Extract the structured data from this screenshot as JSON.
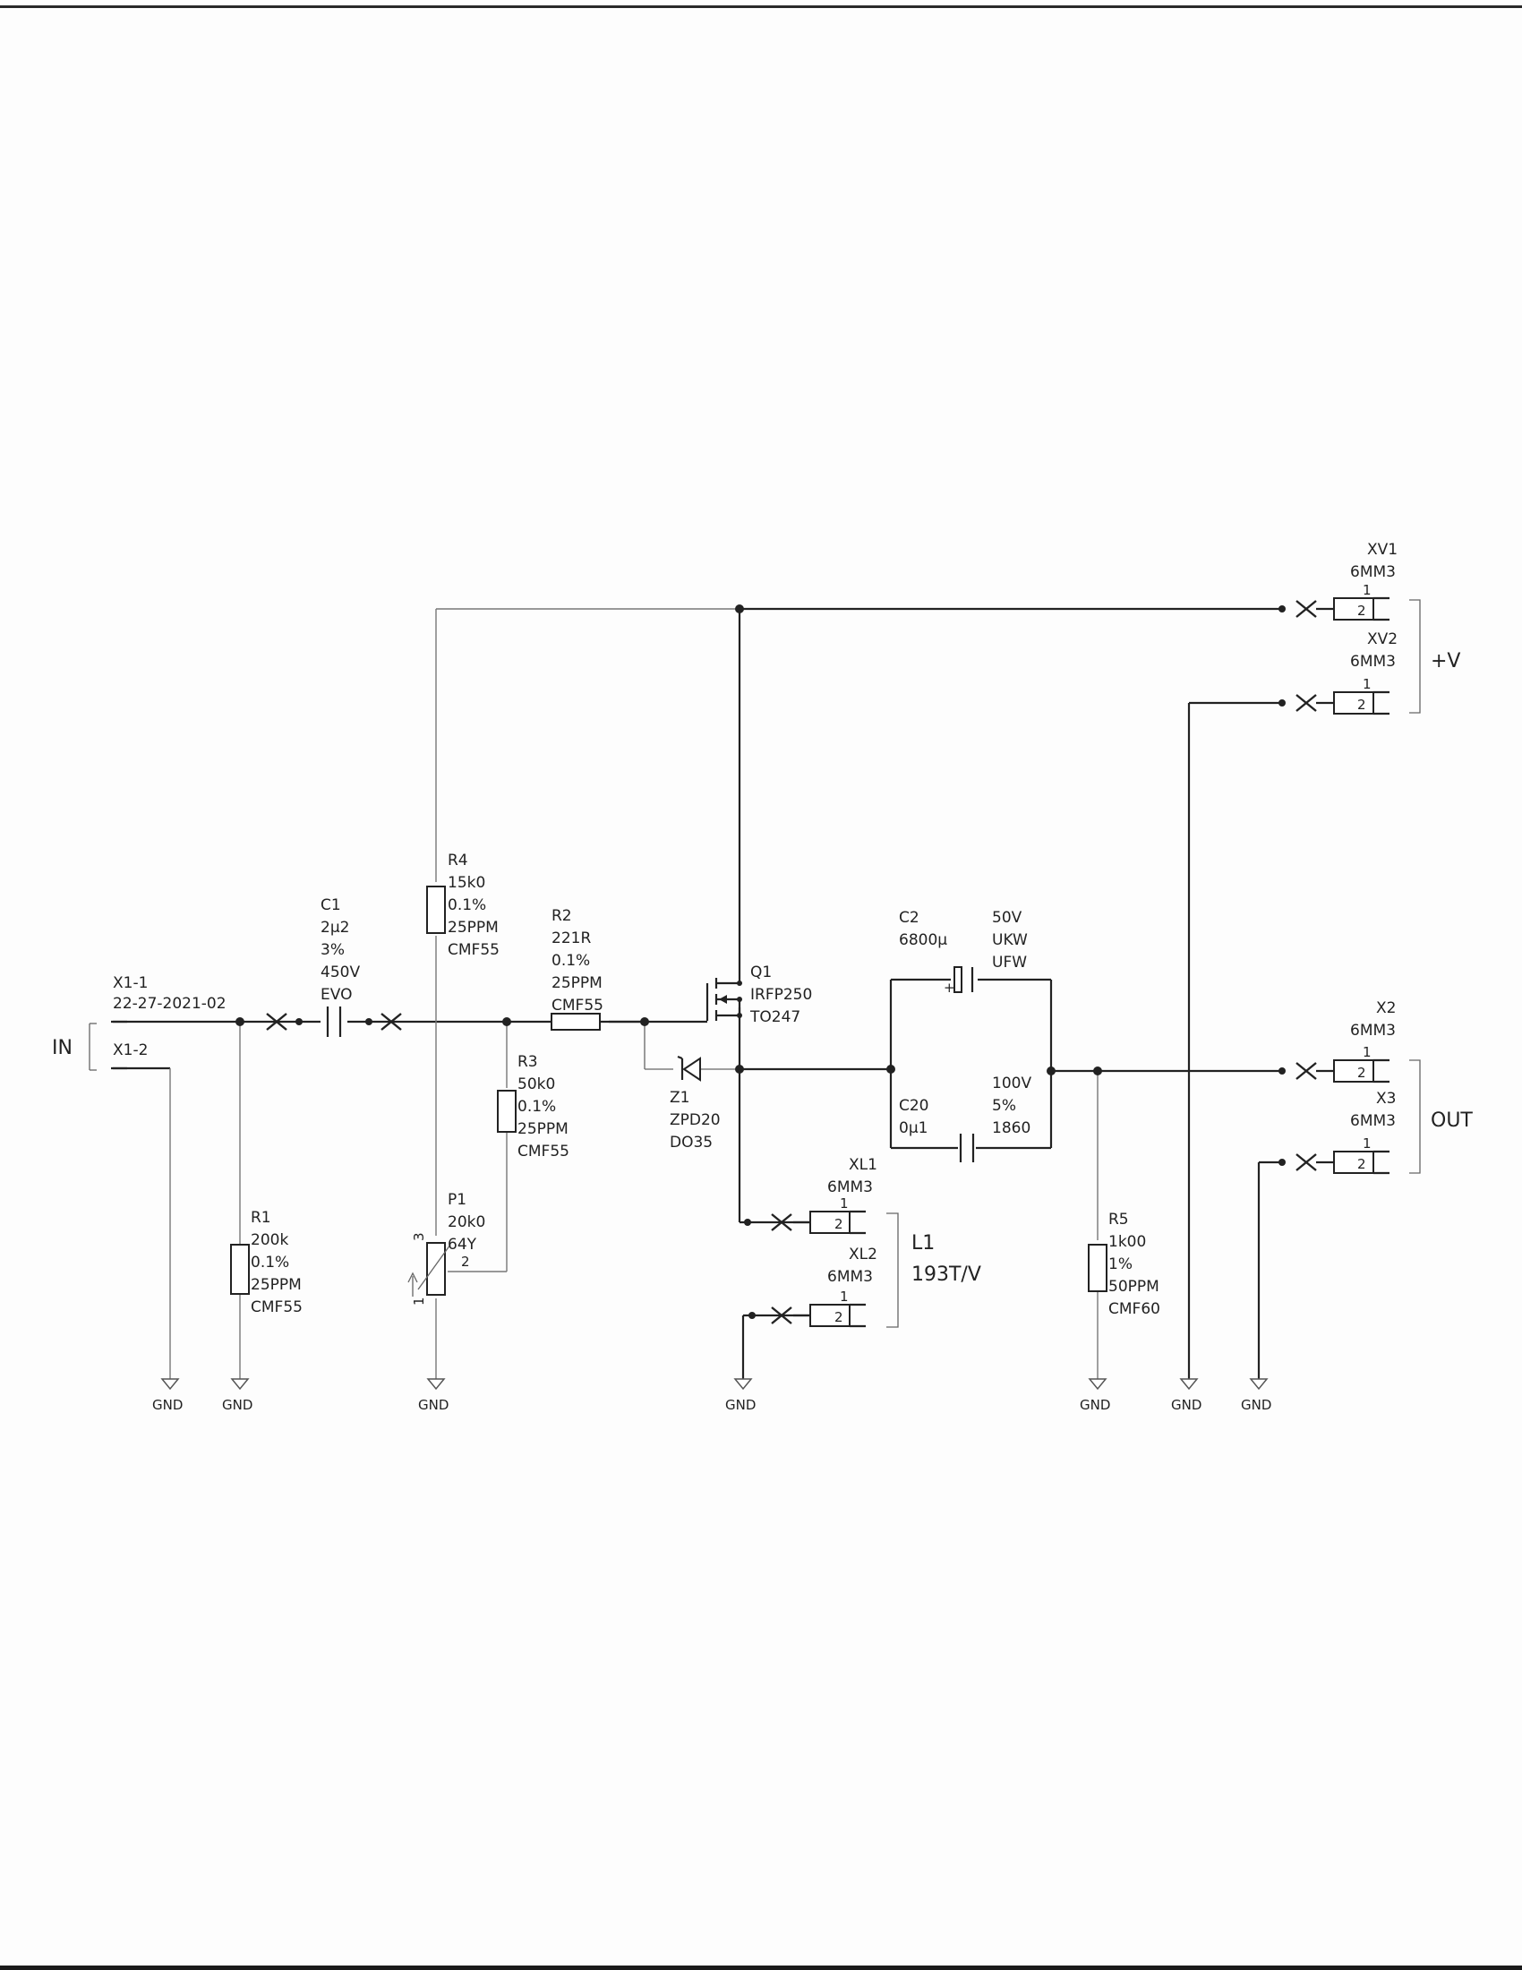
{
  "connectors": {
    "x1_1": "X1-1",
    "x1_part": "22-27-2021-02",
    "x1_2": "X1-2",
    "in_label": "IN",
    "xv1": "XV1",
    "xv1_type": "6MM3",
    "xv2": "XV2",
    "xv2_type": "6MM3",
    "v_label": "+V",
    "x2": "X2",
    "x2_type": "6MM3",
    "x3": "X3",
    "x3_type": "6MM3",
    "out_label": "OUT",
    "xl1": "XL1",
    "xl1_type": "6MM3",
    "xl2": "XL2",
    "xl2_type": "6MM3",
    "l1": "L1",
    "l1_value": "193T/V",
    "pin1": "1",
    "pin2": "2"
  },
  "components": {
    "c1": {
      "ref": "C1",
      "value": "2µ2",
      "tol": "3%",
      "volt": "450V",
      "type": "EVO"
    },
    "r1": {
      "ref": "R1",
      "value": "200k",
      "tol": "0.1%",
      "tc": "25PPM",
      "type": "CMF55"
    },
    "r4": {
      "ref": "R4",
      "value": "15k0",
      "tol": "0.1%",
      "tc": "25PPM",
      "type": "CMF55"
    },
    "r2": {
      "ref": "R2",
      "value": "221R",
      "tol": "0.1%",
      "tc": "25PPM",
      "type": "CMF55"
    },
    "r3": {
      "ref": "R3",
      "value": "50k0",
      "tol": "0.1%",
      "tc": "25PPM",
      "type": "CMF55"
    },
    "p1": {
      "ref": "P1",
      "value": "20k0",
      "type": "64Y",
      "pin2": "2",
      "pin3": "3",
      "pin1": "1"
    },
    "q1": {
      "ref": "Q1",
      "part": "IRFP250",
      "pkg": "TO247"
    },
    "z1": {
      "ref": "Z1",
      "part": "ZPD20",
      "pkg": "DO35"
    },
    "c2": {
      "ref": "C2",
      "value": "6800µ",
      "volt": "50V",
      "type1": "UKW",
      "type2": "UFW",
      "plus": "+"
    },
    "c20": {
      "ref": "C20",
      "value": "0µ1",
      "volt": "100V",
      "tol": "5%",
      "type": "1860"
    },
    "r5": {
      "ref": "R5",
      "value": "1k00",
      "tol": "1%",
      "tc": "50PPM",
      "type": "CMF60"
    }
  },
  "gnd_label": "GND"
}
